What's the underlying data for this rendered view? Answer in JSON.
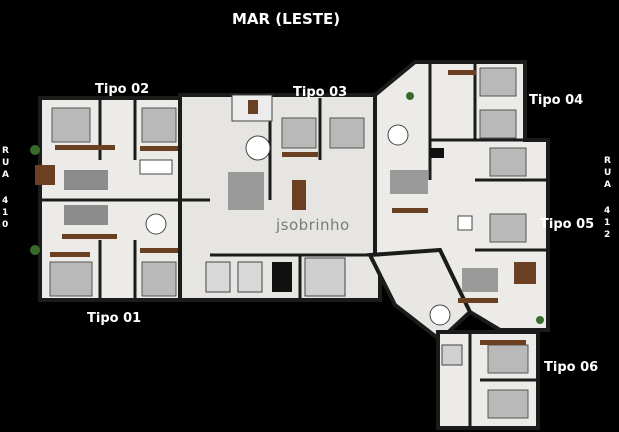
{
  "header": {
    "title": "MAR (LESTE)"
  },
  "streets": {
    "left": {
      "word": "RUA",
      "number": "410"
    },
    "right": {
      "word": "RUA",
      "number": "412"
    }
  },
  "units": {
    "tipo01": "Tipo 01",
    "tipo02": "Tipo 02",
    "tipo03": "Tipo 03",
    "tipo04": "Tipo 04",
    "tipo05": "Tipo 05",
    "tipo06": "Tipo 06"
  },
  "watermark": "jsobrinho",
  "colors": {
    "background": "#000000",
    "floor": "#ecebe8",
    "wall": "#1b1b1b",
    "wood": "#6b3f22",
    "sofa": "#8c8c8c",
    "text": "#ffffff"
  }
}
